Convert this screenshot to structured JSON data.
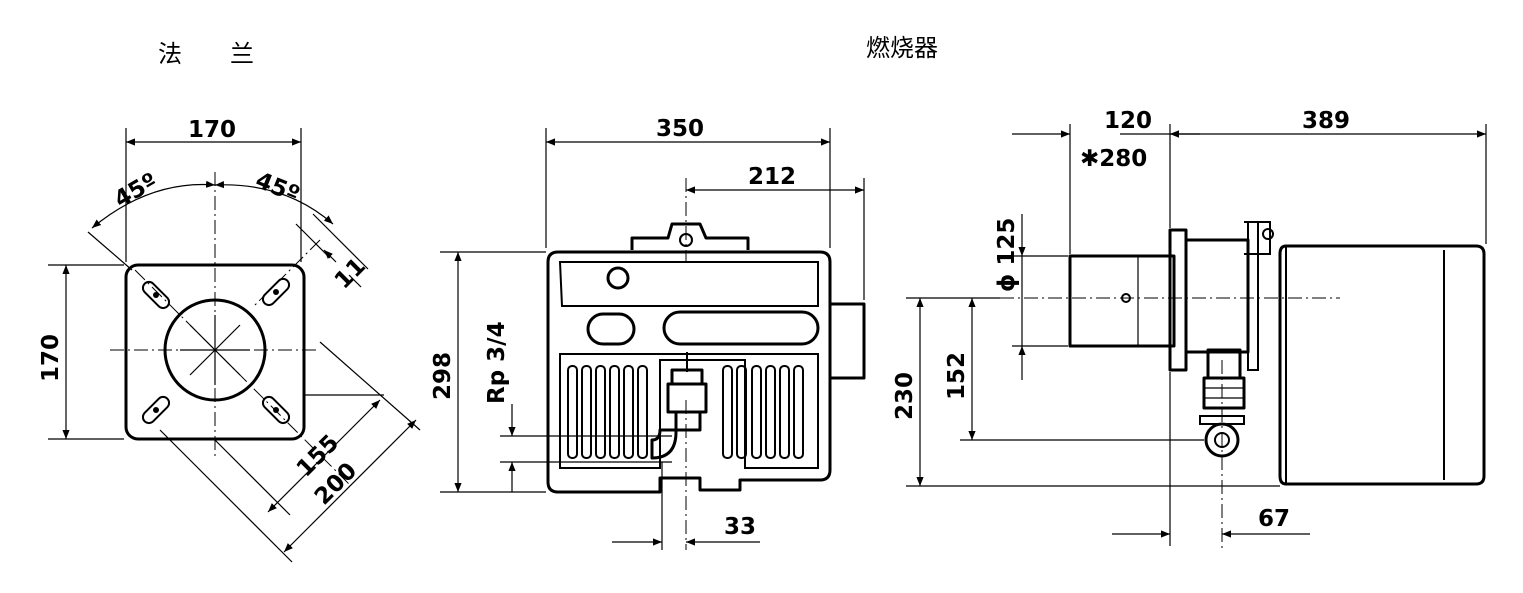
{
  "captions": {
    "flange": "法　　兰",
    "burner": "燃烧器"
  },
  "flange_view": {
    "width_top": "170",
    "height_left": "170",
    "angle_left": "45º",
    "angle_right": "45º",
    "bolt_hole": "11",
    "diag_inner": "155",
    "diag_outer": "200"
  },
  "front_view": {
    "width_total": "350",
    "width_right": "212",
    "height_total": "298",
    "pipe_thread": "Rp 3/4",
    "pipe_offset": "33"
  },
  "side_view": {
    "tube_length": "120",
    "tube_length_alt": "✱280",
    "body_length": "389",
    "tube_diameter": "ϕ 125",
    "axis_height_152": "152",
    "axis_height_230": "230",
    "pump_offset": "67"
  }
}
